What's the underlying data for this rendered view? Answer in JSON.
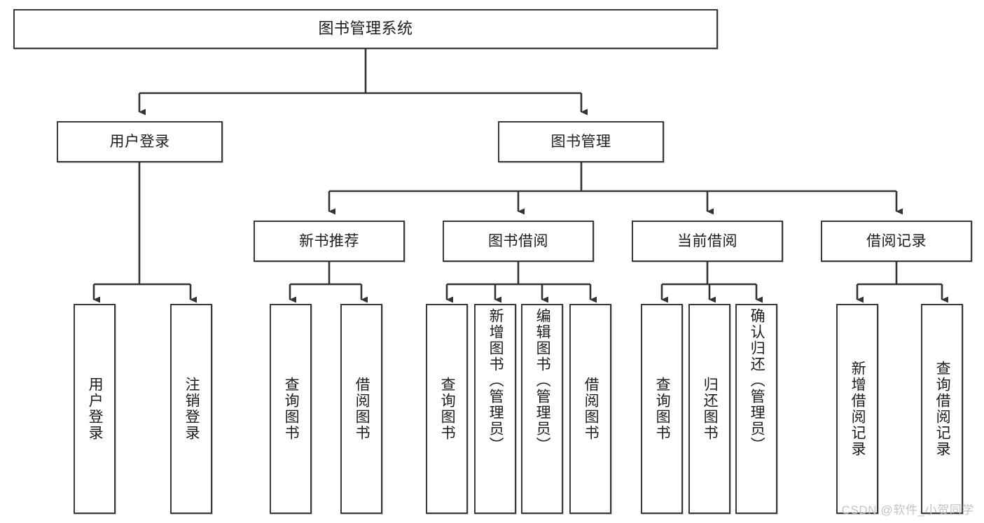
{
  "diagram": {
    "title": "图书管理系统",
    "type": "hierarchy-tree",
    "watermark": "CSDN @软件_小贺同学",
    "colors": {
      "box_border": "#3a3a3a",
      "box_fill": "#ffffff",
      "connector": "#333333",
      "text": "#1c1c1c",
      "watermark": "#c4c4c4"
    },
    "levels": {
      "level1": [
        {
          "id": "root",
          "label": "图书管理系统"
        }
      ],
      "level2": [
        {
          "id": "user-login",
          "label": "用户登录"
        },
        {
          "id": "book-manage",
          "label": "图书管理"
        }
      ],
      "level3": [
        {
          "id": "new-book-rec",
          "label": "新书推荐",
          "parent": "book-manage"
        },
        {
          "id": "book-borrow",
          "label": "图书借阅",
          "parent": "book-manage"
        },
        {
          "id": "current-borrow",
          "label": "当前借阅",
          "parent": "book-manage"
        },
        {
          "id": "borrow-record",
          "label": "借阅记录",
          "parent": "book-manage"
        }
      ],
      "leaves": [
        {
          "id": "leaf-user-login",
          "label": "用户登录",
          "parent": "user-login"
        },
        {
          "id": "leaf-logout",
          "label": "注销登录",
          "parent": "user-login"
        },
        {
          "id": "leaf-query-book-1",
          "label": "查询图书",
          "parent": "new-book-rec"
        },
        {
          "id": "leaf-borrow-book-1",
          "label": "借阅图书",
          "parent": "new-book-rec"
        },
        {
          "id": "leaf-query-book-2",
          "label": "查询图书",
          "parent": "book-borrow"
        },
        {
          "id": "leaf-add-book",
          "label": "新增图书（管理员）",
          "parent": "book-borrow"
        },
        {
          "id": "leaf-edit-book",
          "label": "编辑图书（管理员）",
          "parent": "book-borrow"
        },
        {
          "id": "leaf-borrow-book-2",
          "label": "借阅图书",
          "parent": "book-borrow"
        },
        {
          "id": "leaf-query-book-3",
          "label": "查询图书",
          "parent": "current-borrow"
        },
        {
          "id": "leaf-return-book",
          "label": "归还图书",
          "parent": "current-borrow"
        },
        {
          "id": "leaf-confirm-return",
          "label": "确认归还（管理员）",
          "parent": "current-borrow"
        },
        {
          "id": "leaf-add-record",
          "label": "新增借阅记录",
          "parent": "borrow-record"
        },
        {
          "id": "leaf-query-record",
          "label": "查询借阅记录",
          "parent": "borrow-record"
        }
      ]
    }
  }
}
